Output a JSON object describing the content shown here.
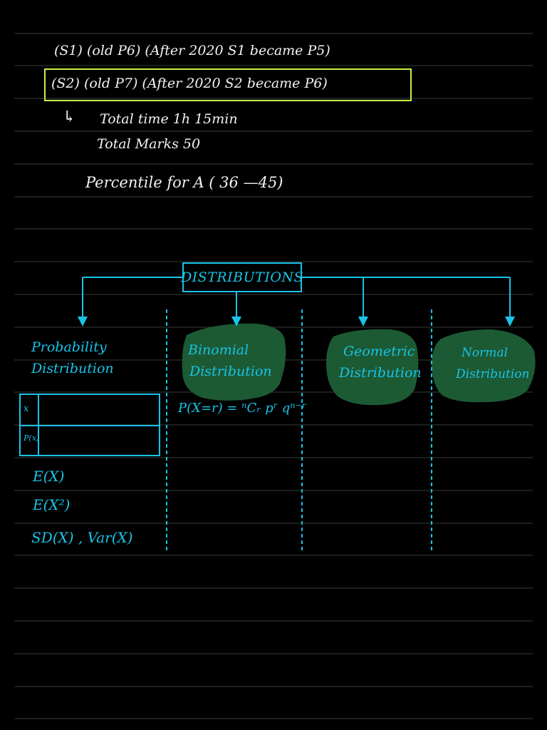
{
  "notes": {
    "line1": "(S1)   (old P6)  (After 2020    S1 became   P5)",
    "line2": "(S2)   (old P7)  (After 2020    S2 became  P6)",
    "arrow": "↳",
    "total_time": "Total time     1h  15min",
    "total_marks": "Total Marks       50",
    "percentile": "Percentile  for  A       ( 36  —45)"
  },
  "diagram": {
    "title": "DISTRIBUTIONS",
    "branches": [
      {
        "line1": "Probability",
        "line2": "Distribution"
      },
      {
        "line1": "Binomial",
        "line2": "Distribution"
      },
      {
        "line1": "Geometric",
        "line2": "Distribution"
      },
      {
        "line1": "Normal",
        "line2": "Distribution"
      }
    ],
    "highlight_color": "#1c5a34"
  },
  "prob_table": {
    "row1_label": "x",
    "row2_label": "P(x)"
  },
  "formulas": {
    "ex": "E(X)",
    "ex2": "E(X²)",
    "sd_var": "SD(X)  , Var(X)",
    "binomial": "P(X=r) = ⁿCᵣ pʳ qⁿ⁻ʳ"
  }
}
